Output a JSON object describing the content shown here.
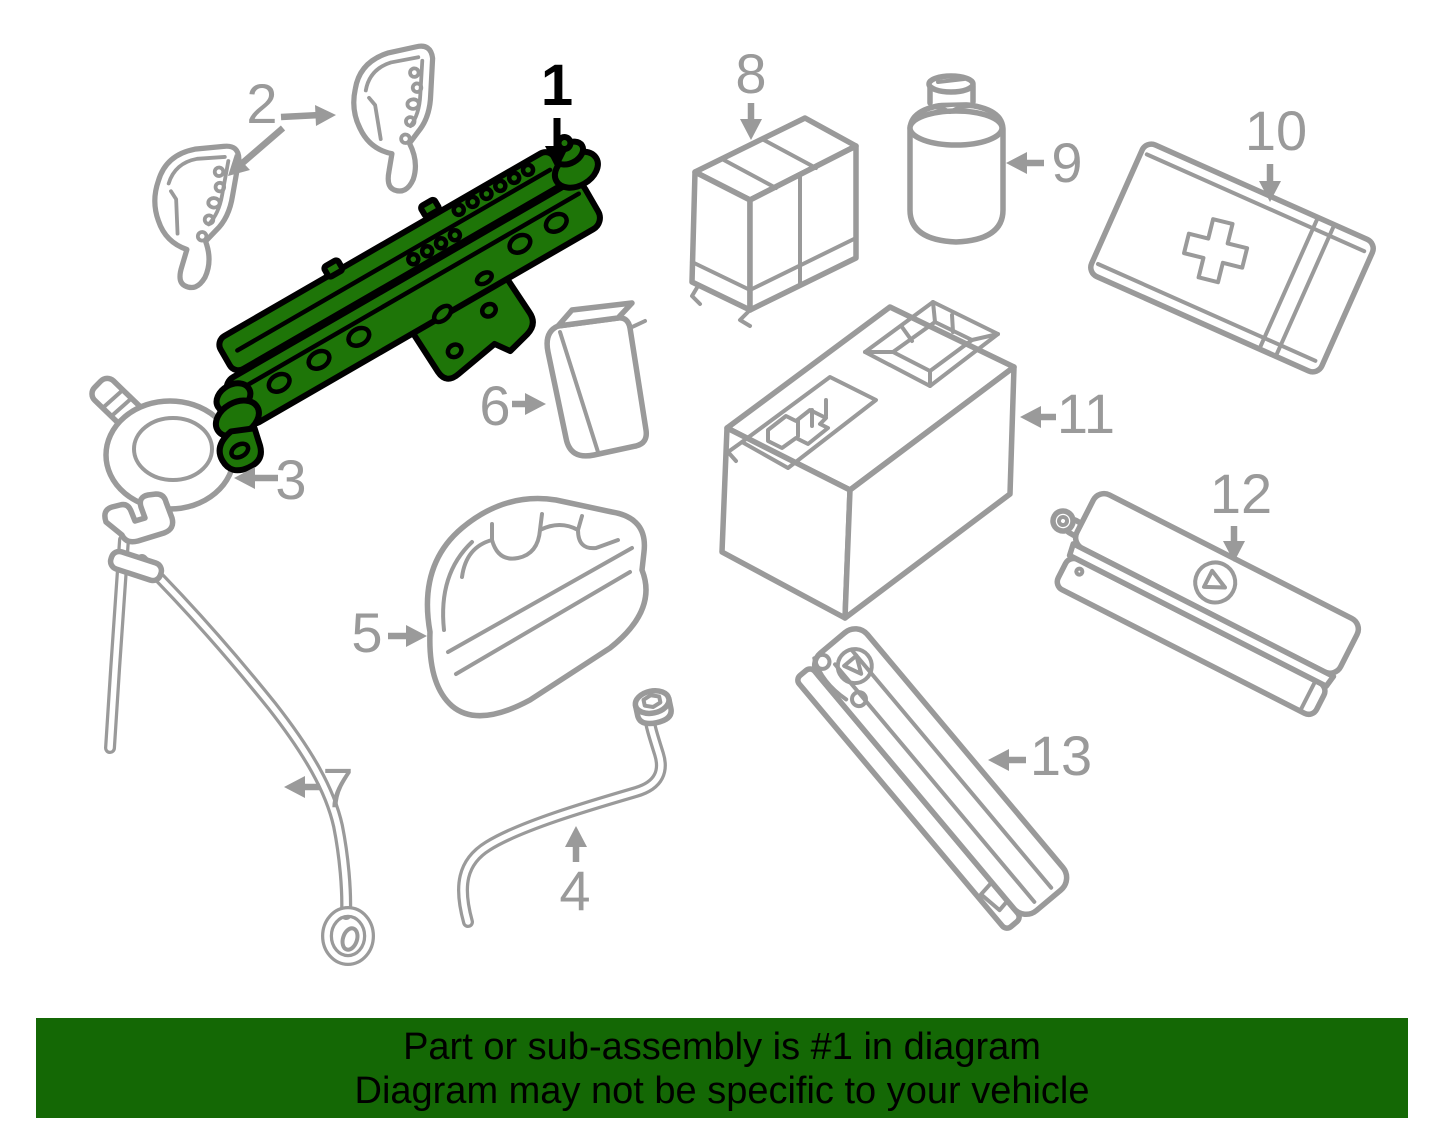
{
  "banner": {
    "line1": "Part or sub-assembly is #1 in diagram",
    "line2": "Diagram may not be specific to your vehicle",
    "background_color": "#146805",
    "text_color": "#000000"
  },
  "diagram": {
    "highlighted_part": "1",
    "highlight_fill_color": "#1E7508",
    "highlight_outline_color": "#000000",
    "line_color": "#9a9a9a",
    "background_color": "#ffffff"
  },
  "parts": {
    "p1": {
      "label": "1"
    },
    "p2": {
      "label": "2"
    },
    "p3": {
      "label": "3"
    },
    "p4": {
      "label": "4"
    },
    "p5": {
      "label": "5"
    },
    "p6": {
      "label": "6"
    },
    "p7": {
      "label": "7"
    },
    "p8": {
      "label": "8"
    },
    "p9": {
      "label": "9"
    },
    "p10": {
      "label": "10"
    },
    "p11": {
      "label": "11"
    },
    "p12": {
      "label": "12"
    },
    "p13": {
      "label": "13"
    }
  }
}
